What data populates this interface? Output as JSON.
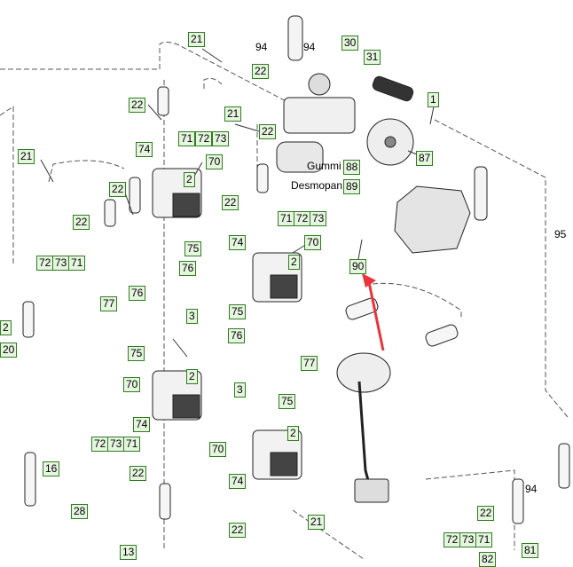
{
  "callouts": {
    "c1": "1",
    "c2": "2",
    "c3": "3",
    "c13": "13",
    "c16": "16",
    "c20": "20",
    "c21": "21",
    "c22": "22",
    "c28": "28",
    "c30": "30",
    "c31": "31",
    "c70": "70",
    "c71": "71",
    "c72": "72",
    "c73": "73",
    "c74": "74",
    "c75": "75",
    "c76": "76",
    "c77": "77",
    "c81": "81",
    "c82": "82",
    "c87": "87",
    "c88": "88",
    "c89": "89",
    "c90": "90"
  },
  "plain_labels": {
    "p94": "94",
    "p95": "95"
  },
  "material_labels": {
    "gummi": "Gummi",
    "desmopan": "Desmopan"
  },
  "colors": {
    "callout_fill": "#e6f5e0",
    "callout_border": "#2e7d1e",
    "arrow": "#e8343a",
    "line": "#333333"
  }
}
